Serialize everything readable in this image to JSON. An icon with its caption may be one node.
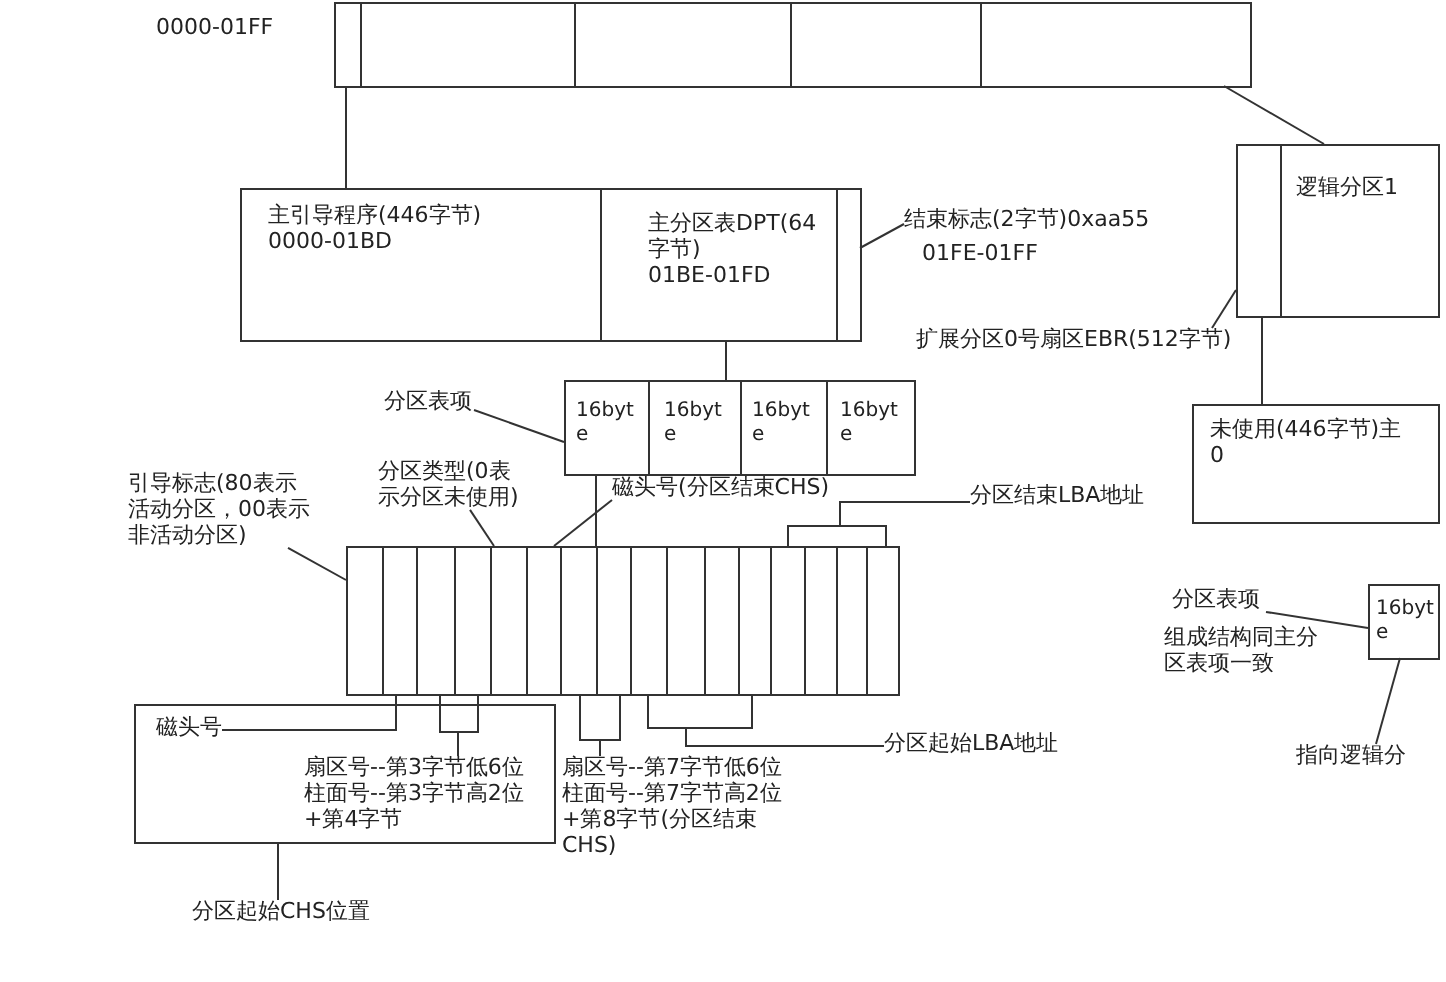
{
  "diagram": {
    "nodes": [
      {
        "text": [],
        "shape": "box"
      },
      {
        "text": [],
        "shape": "box",
        "in": 0
      },
      {
        "text": [],
        "shape": "box"
      },
      {
        "text": [
          "主引导程序(446字节)",
          "0000-01BD"
        ],
        "in": 2
      },
      {
        "text": [
          "主分区表DPT(64字节)",
          "01BE-01FD"
        ],
        "in": 2
      },
      {
        "text": [],
        "shape": "box",
        "in": 2
      },
      {
        "text": [
          "结束标志(2字节)0xaa55",
          "01FE-01FF"
        ]
      },
      {
        "text": [],
        "shape": "box"
      },
      {
        "text": [
          "16byte"
        ],
        "in": 7
      },
      {
        "text": [
          "16byte"
        ],
        "in": 7
      },
      {
        "text": [
          "16byte"
        ],
        "in": 7
      },
      {
        "text": [
          "16byte"
        ],
        "in": 7
      },
      {
        "text": [
          "分区表项"
        ]
      },
      {
        "text": [],
        "shape": "box"
      },
      {
        "text": [],
        "shape": "box",
        "in": 13
      },
      {
        "text": [],
        "shape": "box",
        "in": 13
      },
      {
        "text": [],
        "shape": "box",
        "in": 13
      },
      {
        "text": [],
        "shape": "box",
        "in": 13
      },
      {
        "text": [],
        "shape": "box",
        "in": 13
      },
      {
        "text": [],
        "shape": "box",
        "in": 13
      },
      {
        "text": [],
        "shape": "box",
        "in": 13
      },
      {
        "text": [],
        "shape": "box",
        "in": 13
      },
      {
        "text": [],
        "shape": "box",
        "in": 13
      },
      {
        "text": [],
        "shape": "box",
        "in": 13
      },
      {
        "text": [],
        "shape": "box",
        "in": 13
      },
      {
        "text": [],
        "shape": "box",
        "in": 13
      },
      {
        "text": [],
        "shape": "box",
        "in": 13
      },
      {
        "text": [],
        "shape": "box",
        "in": 13
      },
      {
        "text": [],
        "shape": "box",
        "in": 13
      },
      {
        "text": [],
        "shape": "box",
        "in": 13
      },
      {
        "text": [
          "引导标志(80表示活动分区，00表示非活动分区)"
        ]
      },
      {
        "text": [
          "分区类型(0表示分区未使用)"
        ]
      },
      {
        "text": [
          "磁头号(分区结束CHS)"
        ]
      },
      {
        "text": [
          "分区结束LBA地址"
        ]
      },
      {
        "text": [],
        "shape": "box"
      },
      {
        "text": [
          "磁头号"
        ],
        "in": 34
      },
      {
        "text": [
          "扇区号--第3字节低6位柱面号--第3字节高2位+第4字节"
        ],
        "in": 34
      },
      {
        "text": [
          "分区起始CHS位置"
        ]
      },
      {
        "text": [
          "扇区号--第7字节低6位柱面号--第7字节高2位+第8字节(分区结束CHS)"
        ]
      },
      {
        "text": [
          "分区起始LBA地址"
        ]
      },
      {
        "text": [],
        "shape": "box"
      },
      {
        "text": [],
        "shape": "box",
        "in": 40
      },
      {
        "text": [
          "逻辑分区1"
        ],
        "in": 40
      },
      {
        "text": [
          "扩展分区0号扇区EBR(512字节)"
        ]
      },
      {
        "text": [
          "未使用(446字节)主",
          "0"
        ]
      },
      {
        "text": [
          "分区表项"
        ]
      },
      {
        "text": [
          "16byte"
        ]
      },
      {
        "text": [
          "指向逻辑分"
        ]
      }
    ],
    "edges": [
      {
        "from": 1,
        "to": 2,
        "arrow": "none"
      },
      {
        "from": 4,
        "to": 7,
        "arrow": "none"
      },
      {
        "from": 6,
        "to": 5,
        "arrow": "none"
      },
      {
        "from": 12,
        "to": 8,
        "arrow": "none"
      },
      {
        "from": 8,
        "to": 13,
        "arrow": "none"
      },
      {
        "from": 30,
        "to": 14,
        "arrow": "none"
      },
      {
        "from": 31,
        "to": 18,
        "arrow": "none"
      },
      {
        "from": 32,
        "to": 19,
        "arrow": "none"
      },
      {
        "from": 33,
        "to": 26,
        "arrow": "none"
      },
      {
        "from": 33,
        "to": 29,
        "arrow": "none"
      },
      {
        "from": 35,
        "to": 15,
        "arrow": "none"
      },
      {
        "from": 36,
        "to": 16,
        "arrow": "none"
      },
      {
        "from": 36,
        "to": 17,
        "arrow": "none"
      },
      {
        "from": 38,
        "to": 20,
        "arrow": "none"
      },
      {
        "from": 38,
        "to": 21,
        "arrow": "none"
      },
      {
        "from": 39,
        "to": 22,
        "arrow": "none"
      },
      {
        "from": 39,
        "to": 25,
        "arrow": "none"
      },
      {
        "from": 37,
        "to": 34,
        "arrow": "none"
      },
      {
        "from": 0,
        "to": 40,
        "arrow": "none"
      },
      {
        "from": 43,
        "to": 41,
        "arrow": "none"
      },
      {
        "from": 41,
        "to": 44,
        "arrow": "none"
      },
      {
        "from": 45,
        "to": 46,
        "arrow": "none"
      },
      {
        "from": 47,
        "to": 46,
        "arrow": "none"
      }
    ],
    "labels": [
      "0000-01FF",
      "组成结构同主分区表项一致"
    ]
  }
}
